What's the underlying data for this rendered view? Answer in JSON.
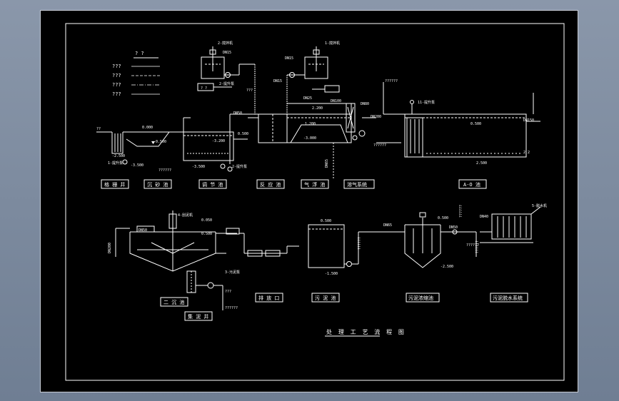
{
  "legend": {
    "header": "? ?",
    "rows": [
      "???",
      "???",
      "???",
      "???"
    ]
  },
  "units": {
    "grille_well": "格 栅 井",
    "grit_chamber": "沉 砂 池",
    "equalization_tank": "调 节 池",
    "reaction_tank": "反 应 池",
    "flotation_tank": "气 浮 池",
    "dissolved_air_system": "溶气系统",
    "ao_tank": "A-O 池",
    "secondary_clarifier": "二 沉 池",
    "sludge_well": "集 泥 井",
    "discharge_outlet": "排 放 口",
    "sludge_tank": "污 泥 池",
    "sludge_thickener": "污泥浓缩池",
    "sludge_dewatering": "污泥脱水系统"
  },
  "diagram_title": "处 理 工 艺 流 程 图",
  "annotations": {
    "dn15_a": "DN15",
    "dn15_b": "DN15",
    "dn15_c": "DN15",
    "dn50": "DN50",
    "dn25": "DN25",
    "dn200": "DN200",
    "dn150": "DN150",
    "dn100": "DN100",
    "dn80": "DN80",
    "dn65": "DN65",
    "qmarks_1": "???",
    "qmarks_2": "???",
    "qmarks_3": "??????",
    "qmarks_4": "??????",
    "qmarks_5": "??????",
    "qmarks_6": "??????",
    "qmarks_7": "??????",
    "qmarks_8": "??????",
    "qmarks_9": "??????",
    "qmarks_10": "??????",
    "elev_1": "0.000",
    "elev_2": "-0.500",
    "elev_3": "-2.500",
    "elev_4": "-3.500",
    "elev_5": "-3.200",
    "elev_6": "0.500",
    "elev_7": "1.200",
    "elev_8": "2.200",
    "elev_9": "0.500",
    "elev_10": "-3.000",
    "elev_11": "0.050",
    "elev_12": "-1.500",
    "elev_13": "0.500",
    "elev_14": "-2.500",
    "elev_15": "2.500",
    "pump_note_a": "1-提升泵",
    "pump_note_b": "2-提升泵",
    "pump_note_c": "2-搅拌机",
    "pump_note_d": "1-搅拌机",
    "pump_note_e": "3-污泥泵",
    "pump_note_f": "4-刮泥机"
  }
}
